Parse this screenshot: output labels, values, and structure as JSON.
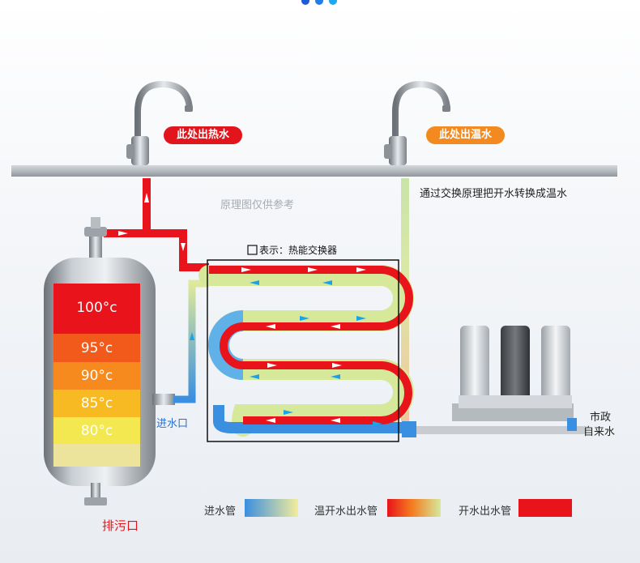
{
  "labels": {
    "hot_outlet": "此处出热水",
    "warm_outlet": "此处出温水",
    "exchange_note": "通过交换原理把开水转换成温水",
    "principle_note": "原理图仅供参考",
    "legend_box": "表示：热能交换器",
    "inlet": "进水口",
    "drain": "排污口",
    "city_water_line1": "市政",
    "city_water_line2": "自来水"
  },
  "tank_temps": [
    "100°c",
    "95°c",
    "90°c",
    "85°c",
    "80°c"
  ],
  "legend": [
    {
      "label": "进水管"
    },
    {
      "label": "温开水出水管"
    },
    {
      "label": "开水出水管"
    }
  ],
  "colors": {
    "hot": "#e8131b",
    "warm": "#f47a1f",
    "cold": "#3b8fe0",
    "yellow_green": "#d6e99b",
    "pill_hot": "#e2151c",
    "pill_warm": "#f38a1f"
  }
}
